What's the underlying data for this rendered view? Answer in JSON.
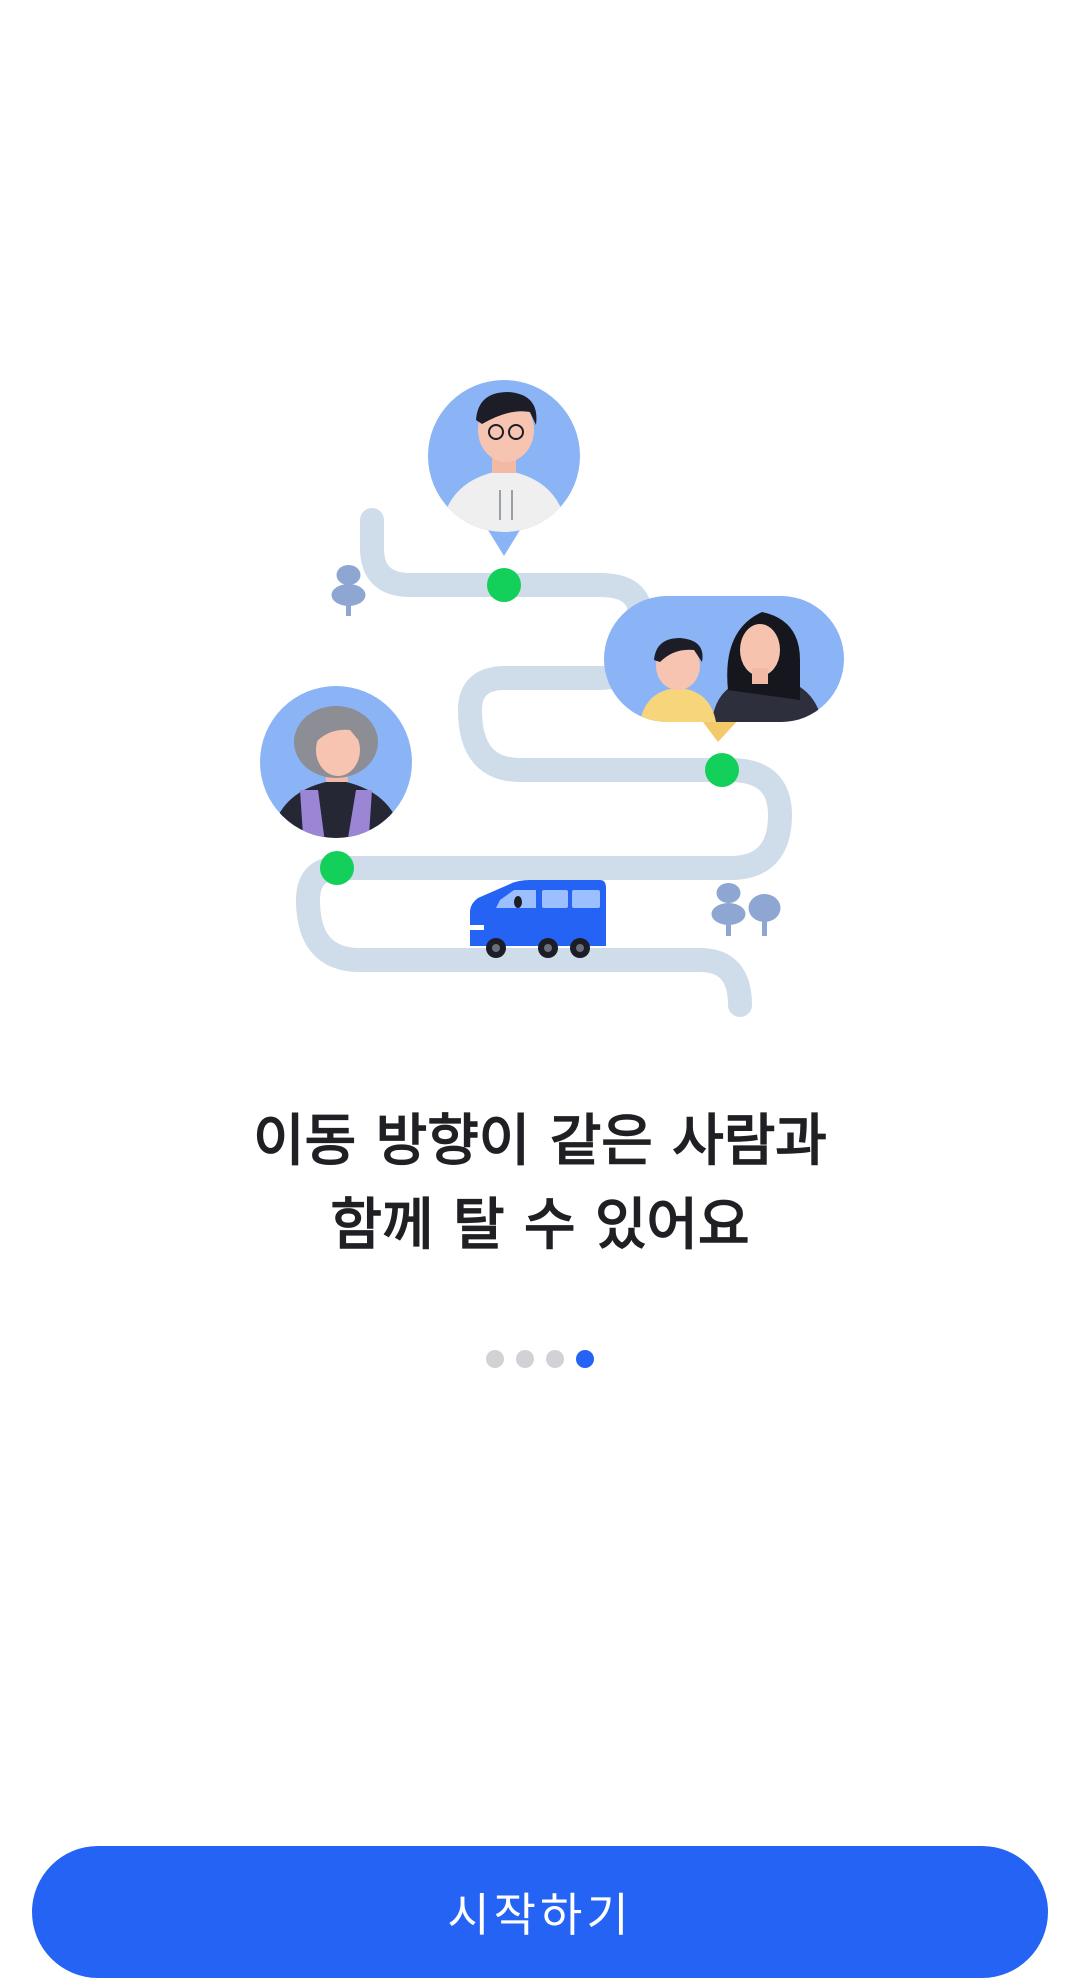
{
  "onboarding": {
    "headline_line1": "이동 방향이 같은 사람과",
    "headline_line2": "함께 탈 수 있어요",
    "page_indicator": {
      "total_pages": 4,
      "current_page": 4
    },
    "start_button_label": "시작하기"
  },
  "colors": {
    "brand_blue": "#2563f5",
    "route_gray": "#cfdce9",
    "stop_green": "#12d05a",
    "avatar_blue": "#8ab4f6",
    "tree_blue": "#8ea6d2"
  },
  "illustration": {
    "icons": [
      "route-path",
      "stop-marker",
      "avatar-man",
      "avatar-family",
      "avatar-grandmother",
      "van-icon",
      "tree-icon"
    ]
  }
}
